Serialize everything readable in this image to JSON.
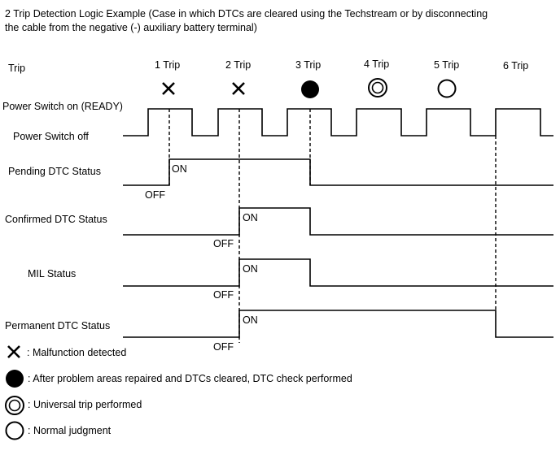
{
  "title": {
    "line1": "2 Trip Detection Logic Example (Case in which DTCs are cleared using the Techstream or by disconnecting",
    "line2": "the cable from the negative (-) auxiliary battery terminal)"
  },
  "labels": {
    "trip": "Trip",
    "power_on": "Power Switch on (READY)",
    "power_off": "Power Switch off",
    "pending": "Pending DTC Status",
    "confirmed": "Confirmed DTC Status",
    "mil": "MIL Status",
    "permanent": "Permanent DTC Status"
  },
  "trips": [
    {
      "label": "1 Trip",
      "marker": "cross"
    },
    {
      "label": "2 Trip",
      "marker": "cross"
    },
    {
      "label": "3 Trip",
      "marker": "filled-circle"
    },
    {
      "label": "4 Trip",
      "marker": "double-circle"
    },
    {
      "label": "5 Trip",
      "marker": "open-circle"
    },
    {
      "label": "6 Trip",
      "marker": "none"
    }
  ],
  "states": {
    "on": "ON",
    "off": "OFF"
  },
  "legend": [
    {
      "marker": "cross",
      "text": ": Malfunction detected"
    },
    {
      "marker": "filled-circle",
      "text": ": After problem areas repaired and DTCs cleared, DTC check performed"
    },
    {
      "marker": "double-circle",
      "text": ": Universal trip performed"
    },
    {
      "marker": "open-circle",
      "text": ": Normal judgment"
    }
  ]
}
